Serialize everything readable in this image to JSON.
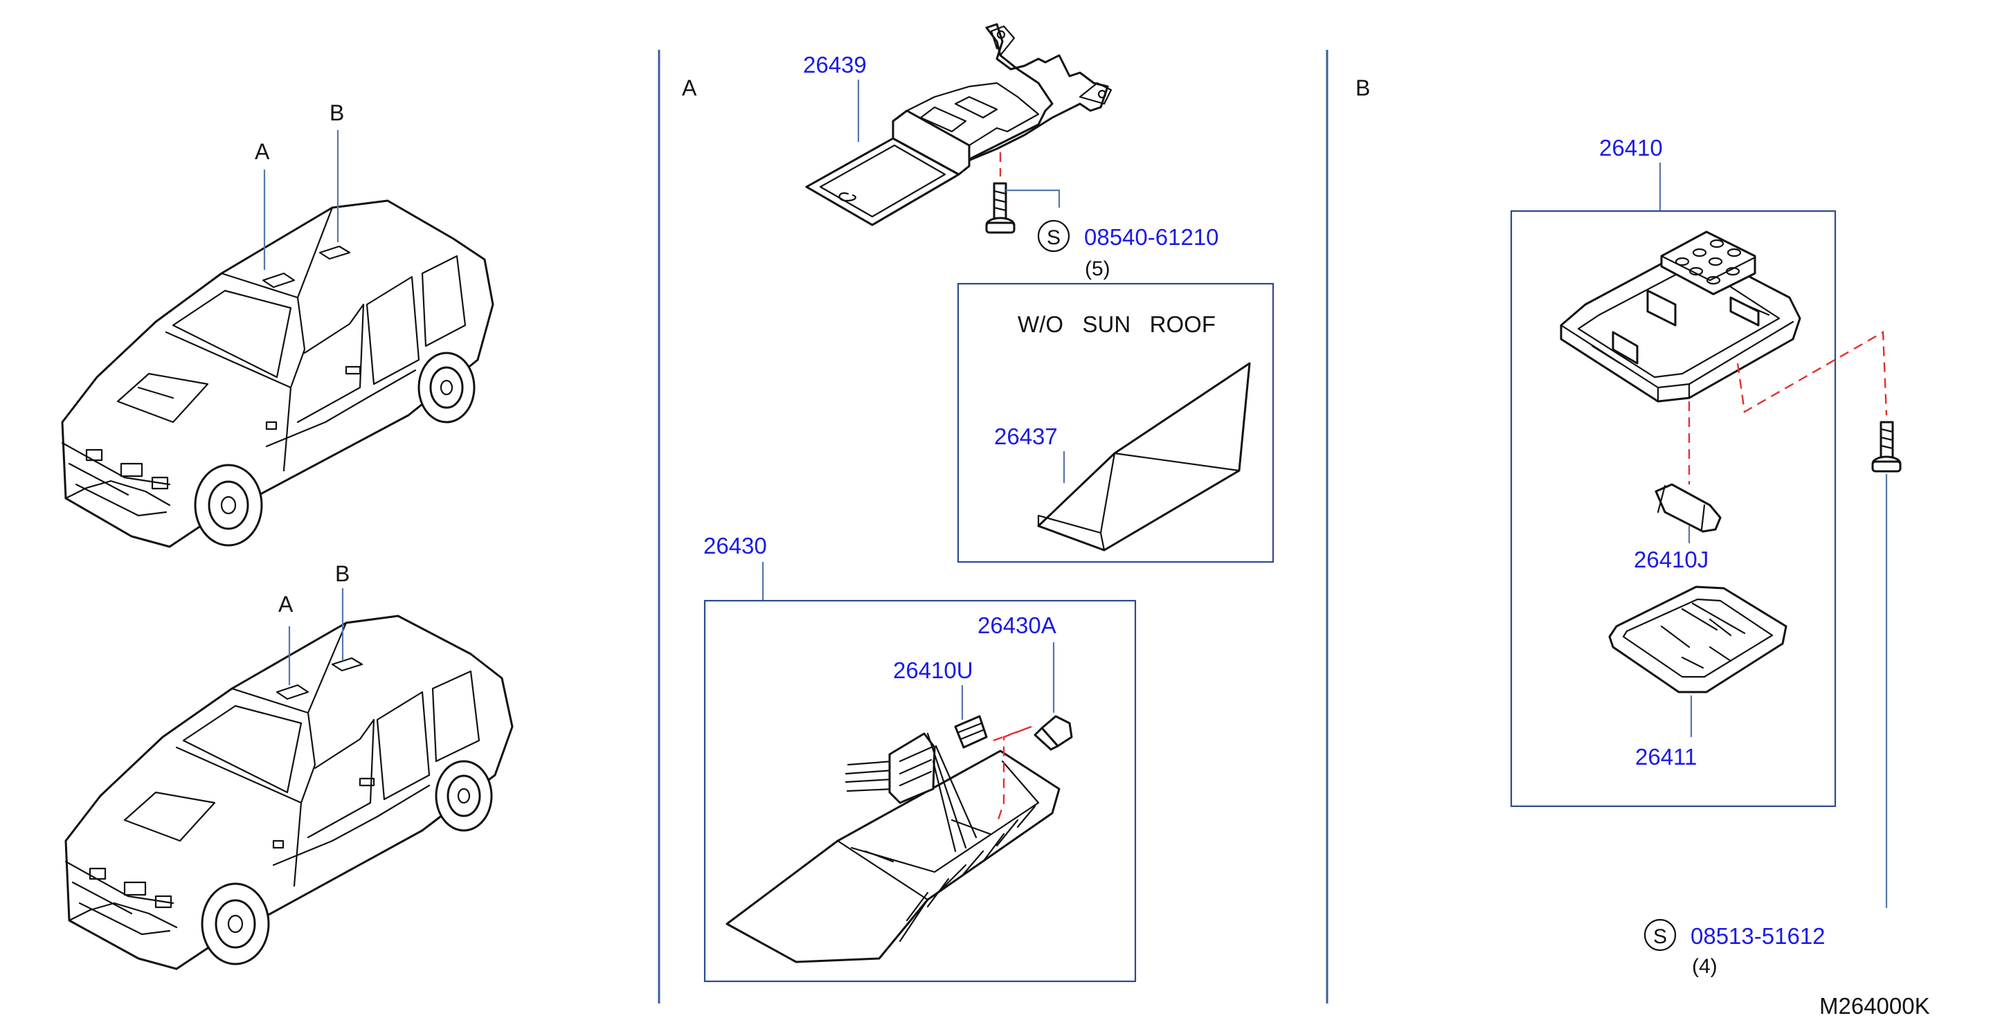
{
  "colors": {
    "part_number": "#1a1ae6",
    "leader": "#5577aa",
    "frame": "#2a4b8d",
    "divider": "#3a5f99",
    "dashed": "#e23030",
    "ink": "#111111"
  },
  "views": {
    "car_top": {
      "label_a": "A",
      "label_b": "B"
    },
    "car_bottom": {
      "label_a": "A",
      "label_b": "B"
    }
  },
  "section_a": {
    "label": "A",
    "bracket_part": "26439",
    "screw_symbol": "S",
    "screw_part": "08540-61210",
    "screw_qty": "(5)",
    "variant_note": "W/O   SUN   ROOF",
    "cover_part": "26437",
    "lamp_assembly": "26430",
    "bulb_part": "26430A",
    "socket_part": "26410U"
  },
  "section_b": {
    "label": "B",
    "lamp_assembly": "26410",
    "bulb_part": "26410J",
    "lens_part": "26411",
    "screw_symbol": "S",
    "screw_part": "08513-51612",
    "screw_qty": "(4)"
  },
  "drawing_code": "M264000K"
}
